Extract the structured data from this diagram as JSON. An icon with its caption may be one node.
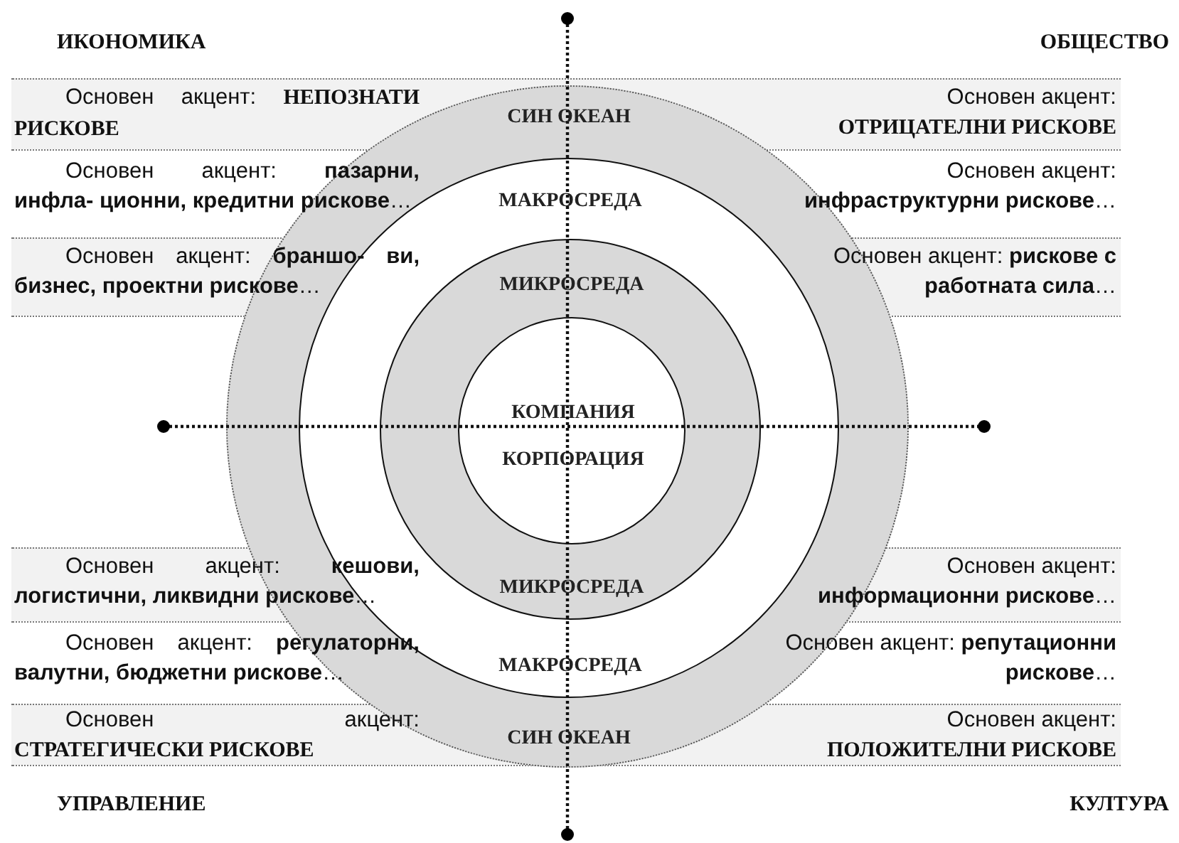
{
  "diagram": {
    "nodes": [
      {
        "text": [
          "СИН ОКЕАН",
          "СИН ОКЕАН"
        ]
      },
      {
        "text": [
          "МАКРОСРЕДА",
          "МАКРОСРЕДА"
        ],
        "in": 0
      },
      {
        "text": [
          "МИКРОСРЕДА",
          "МИКРОСРЕДА"
        ],
        "in": 1
      },
      {
        "text": [
          "КОМПАНИЯ",
          "КОРПОРАЦИЯ"
        ],
        "in": 2
      }
    ],
    "labels": [
      "ИКОНОМИКА",
      "ОБЩЕСТВО",
      "Основен акцент: **НЕПОЗНАТИ РИСКОВЕ**",
      "Основен акцент: **ОТРИЦАТЕЛНИ РИСКОВЕ**",
      "Основен акцент: **пазарни, инфла- ционни, кредитни рискове**…",
      "Основен акцент: **инфраструктурни рискове**…",
      "Основен акцент: **браншо- ви, бизнес, проектни рискове**…",
      "Основен акцент: **рискове с работната сила**…",
      "Основен акцент: **кешови, логистични, ликвидни рискове**…",
      "Основен акцент: **информационни рискове**…",
      "Основен акцент: **регулаторни, валутни, бюджетни рискове**…",
      "Основен акцент: **репутационни рискове**…",
      "Основен акцент: **СТРАТЕГИЧЕСКИ РИСКОВЕ**",
      "Основен акцент: **ПОЛОЖИТЕЛНИ РИСКОВЕ**",
      "УПРАВЛЕНИЕ",
      "КУЛТУРА"
    ]
  }
}
